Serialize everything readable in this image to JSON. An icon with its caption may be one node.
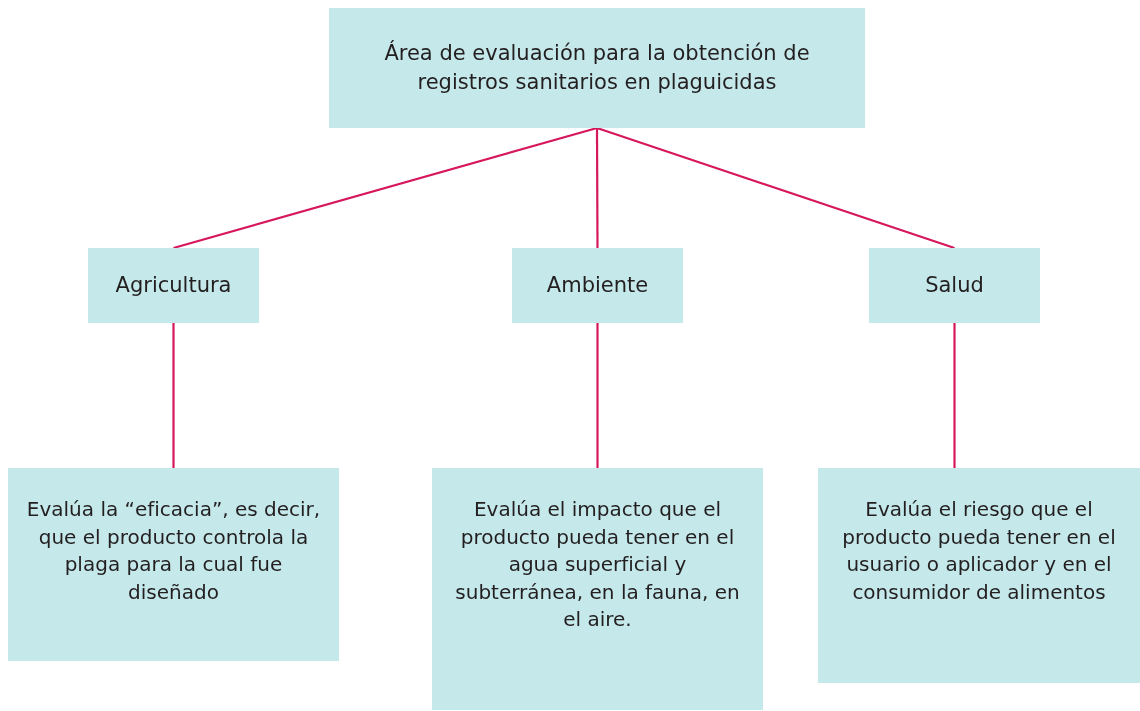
{
  "diagram": {
    "nodes": [
      {
        "text": [
          "Área de evaluación para la obtención de registros sanitarios en plaguicidas"
        ]
      },
      {
        "text": [
          "Agricultura"
        ]
      },
      {
        "text": [
          "Ambiente"
        ]
      },
      {
        "text": [
          "Salud"
        ]
      },
      {
        "text": [
          "Evalúa la “eficacia”, es decir, que el producto controla la plaga para la cual fue diseñado"
        ]
      },
      {
        "text": [
          "Evalúa el impacto que el producto pueda tener en el agua superficial y subterránea, en la fauna, en el aire."
        ]
      },
      {
        "text": [
          "Evalúa el riesgo que el producto pueda tener en el usuario o aplicador y en el consumidor de alimentos"
        ]
      }
    ],
    "edges": [
      {
        "from": 0,
        "to": 1,
        "arrow": "none"
      },
      {
        "from": 0,
        "to": 2,
        "arrow": "none"
      },
      {
        "from": 0,
        "to": 3,
        "arrow": "none"
      },
      {
        "from": 1,
        "to": 4,
        "arrow": "none"
      },
      {
        "from": 2,
        "to": 5,
        "arrow": "none"
      },
      {
        "from": 3,
        "to": 6,
        "arrow": "none"
      }
    ]
  }
}
